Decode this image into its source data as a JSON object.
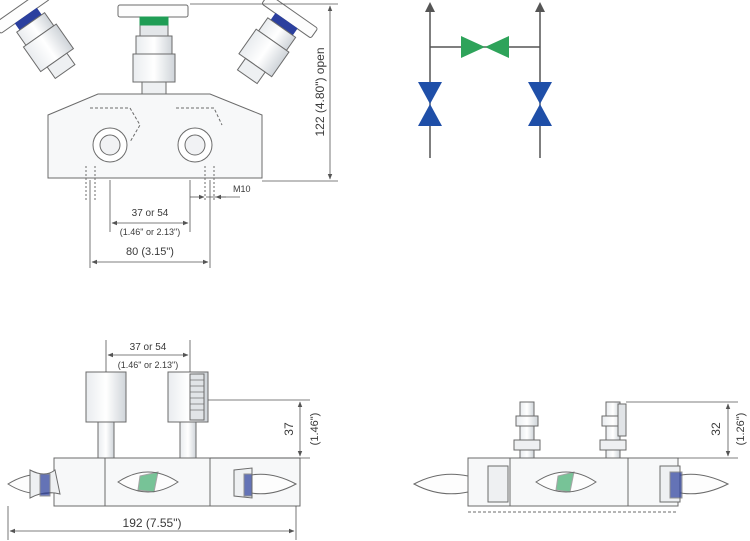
{
  "front_view": {
    "height_dim": "122 (4.80\") open",
    "thread": "M10",
    "spacing_mm": "37 or 54",
    "spacing_in": "(1.46\" or 2.13\")",
    "width_dim": "80 (3.15\")"
  },
  "schematic": {
    "colors": {
      "equalizing_valve": "#2ea35a",
      "block_valves": "#1f4fa8",
      "lines": "#555555"
    }
  },
  "side_view_left": {
    "spacing_mm": "37 or 54",
    "spacing_in": "(1.46\" or 2.13\")",
    "height_mm": "37",
    "height_in": "(1.46\")",
    "length_dim": "192 (7.55\")"
  },
  "side_view_right": {
    "height_mm": "32",
    "height_in": "(1.26\")"
  },
  "colors": {
    "outline": "#6b6b6b",
    "dimension": "#555555",
    "cap_blue": "#2b3f9e",
    "cap_green": "#1f9d55"
  }
}
